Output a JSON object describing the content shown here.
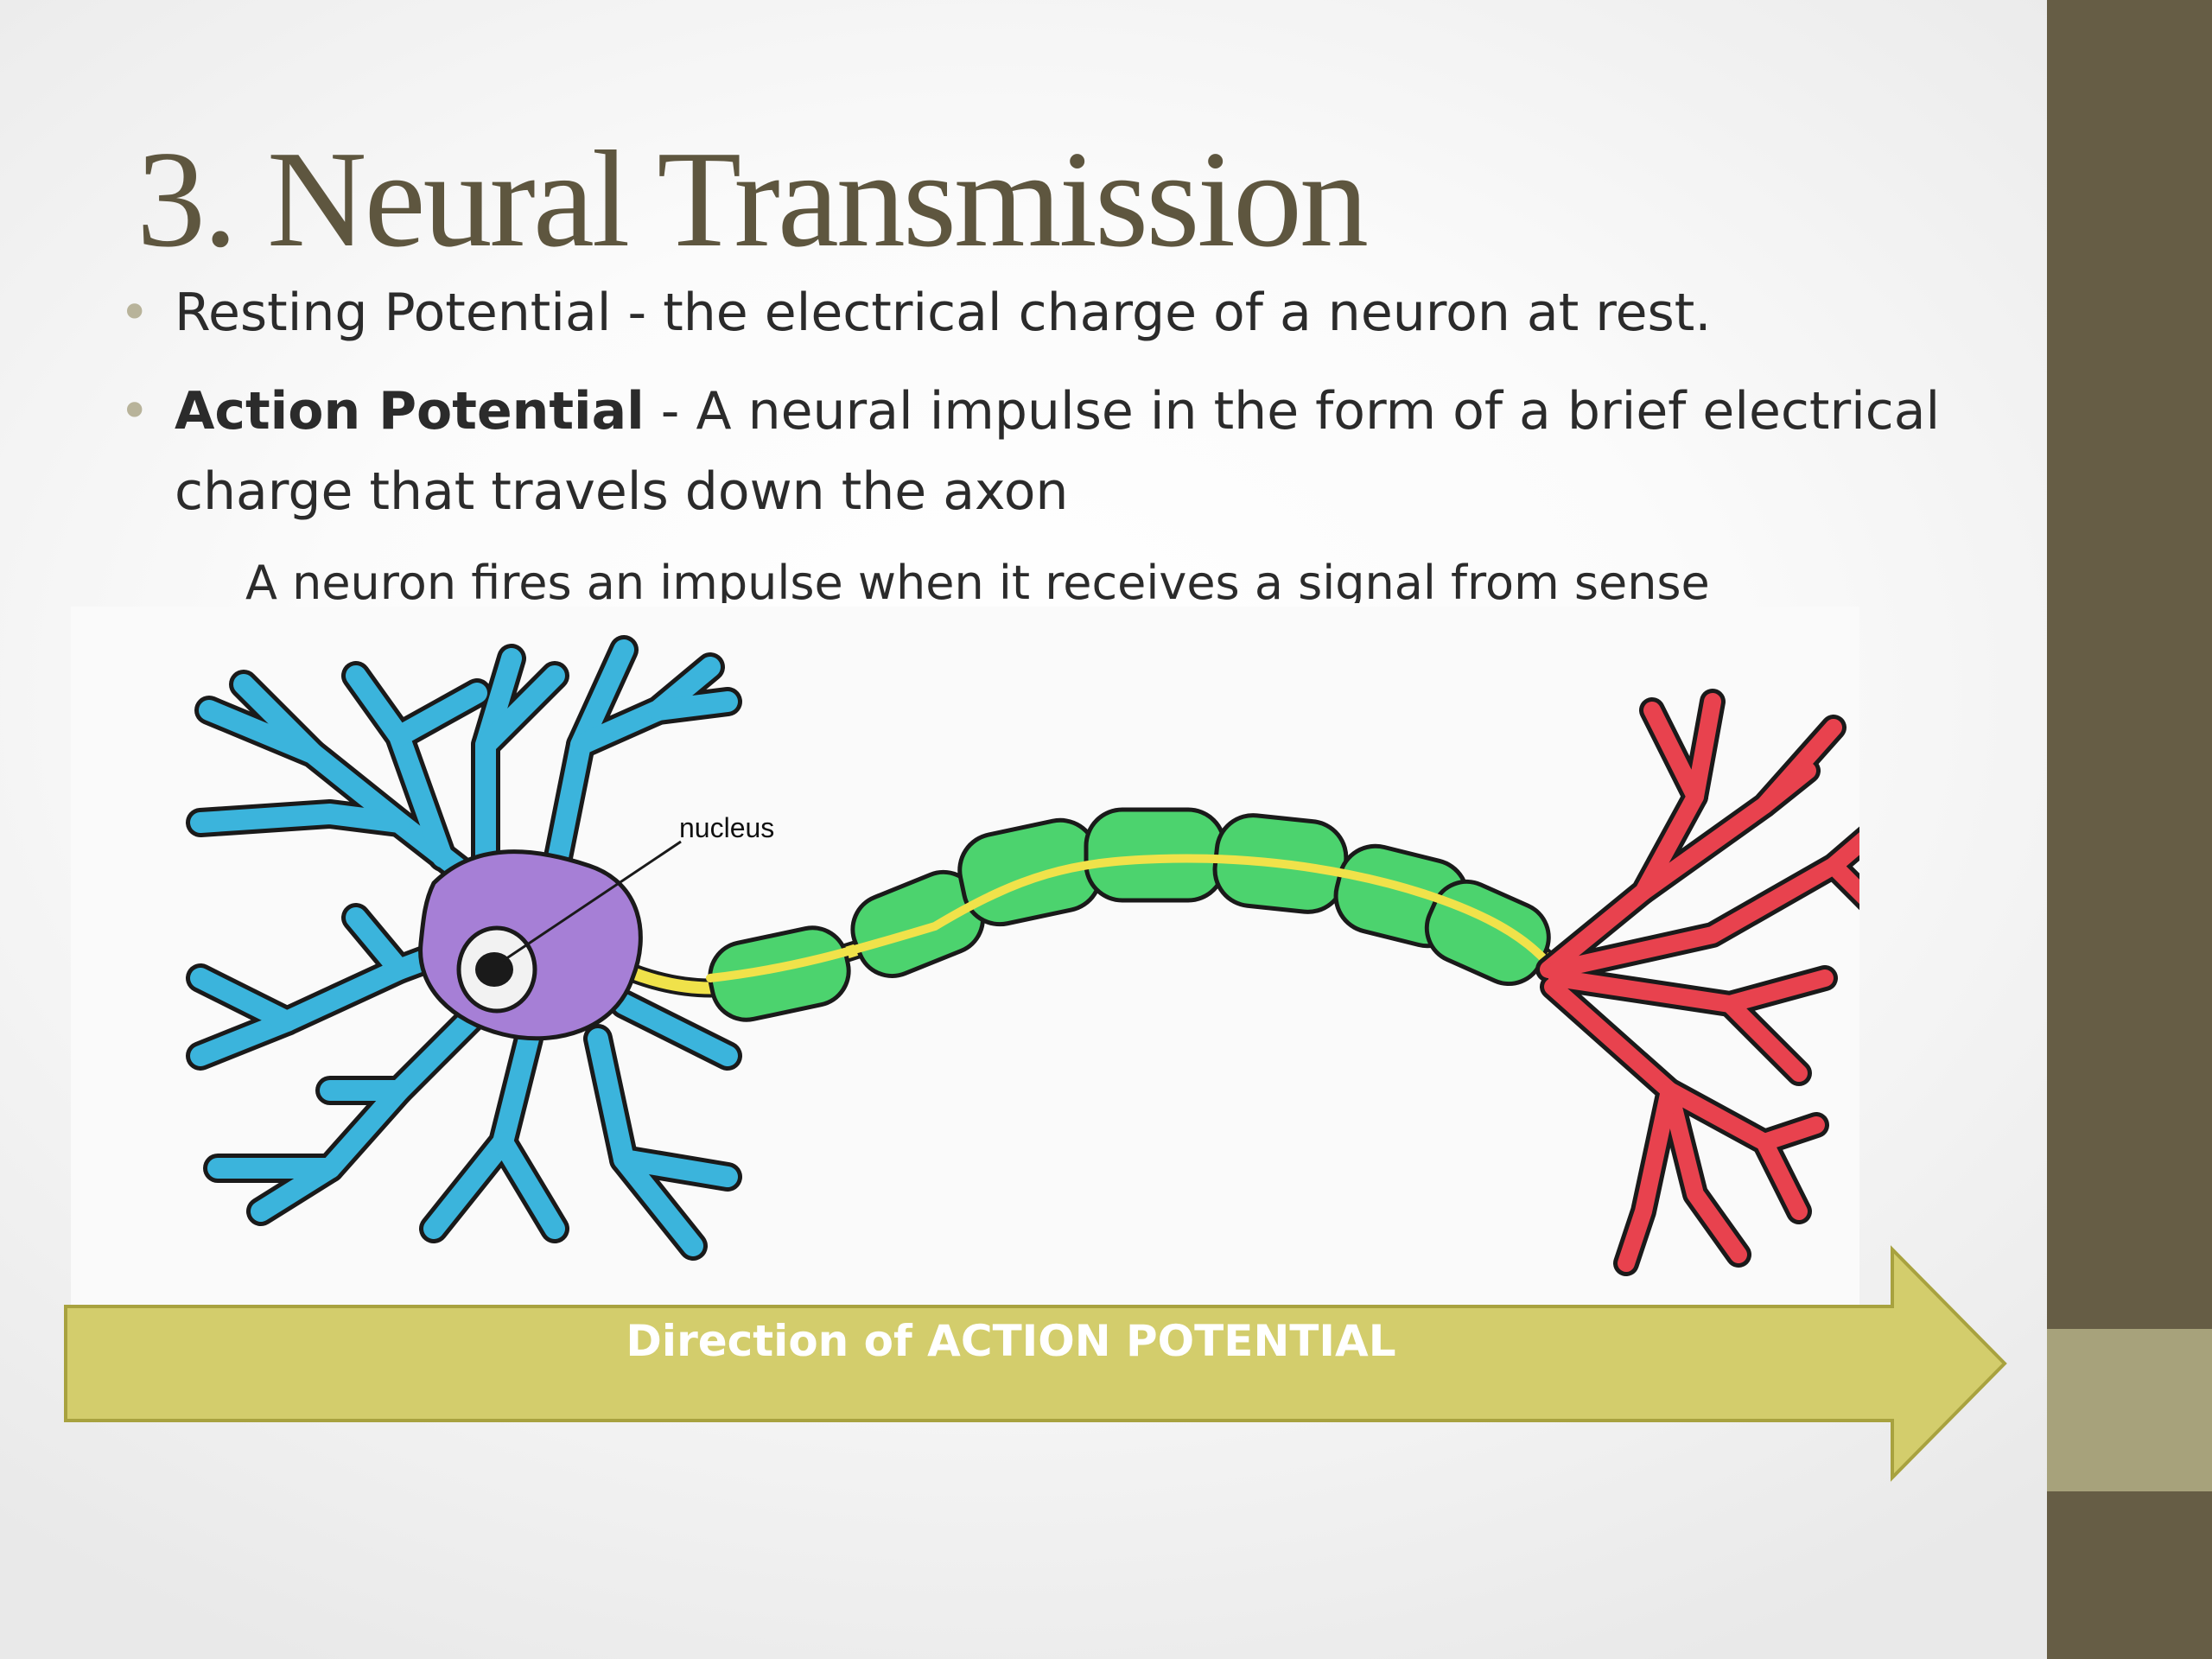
{
  "slide": {
    "title": "3. Neural Transmission",
    "bullets": [
      {
        "text": "Resting Potential  - the electrical charge of a neuron at rest."
      },
      {
        "term": "Action Potential",
        "text": " - A neural impulse in the form of a brief electrical charge that travels down the axon"
      }
    ],
    "sub_bullet": "A neuron fires an impulse when it receives a signal from sense",
    "diagram": {
      "nucleus_label": "nucleus",
      "arrow_label": "Direction of ACTION POTENTIAL"
    },
    "colors": {
      "title": "#5e563f",
      "side_bar": "#665d45",
      "side_accent": "#a7a27b",
      "arrow_fill": "#d3cd6c",
      "dendrites": "#3bb4dc",
      "cell_body": "#a67fd6",
      "myelin": "#4cd36e",
      "axon": "#f0e24a",
      "terminals": "#e8424e"
    }
  }
}
